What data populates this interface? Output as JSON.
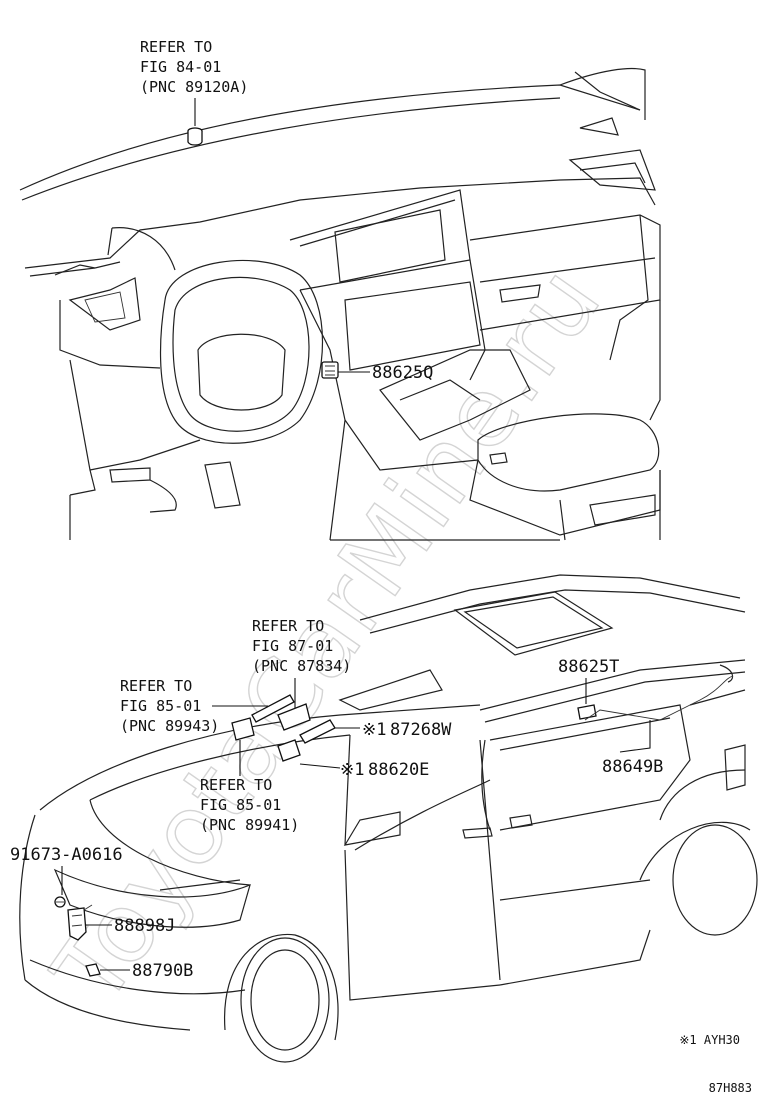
{
  "watermark": "ToyotaCarMine.ru",
  "top_view": {
    "refer_84": [
      "REFER TO",
      "FIG 84-01",
      "(PNC 89120A)"
    ],
    "part_88625Q": "88625Q"
  },
  "bottom_view": {
    "refer_87": [
      "REFER TO",
      "FIG 87-01",
      "(PNC 87834)"
    ],
    "refer_89943": [
      "REFER TO",
      "FIG 85-01",
      "(PNC 89943)"
    ],
    "refer_89941": [
      "REFER TO",
      "FIG 85-01",
      "(PNC 89941)"
    ],
    "part_87268W": "87268W",
    "part_88620E": "88620E",
    "part_88625T": "88625T",
    "part_88649B": "88649B",
    "part_91673": "91673-A0616",
    "part_88898J": "88898J",
    "part_88790B": "88790B",
    "mark": "※1",
    "note": "※1 AYH30"
  },
  "figure_code": "87H883"
}
